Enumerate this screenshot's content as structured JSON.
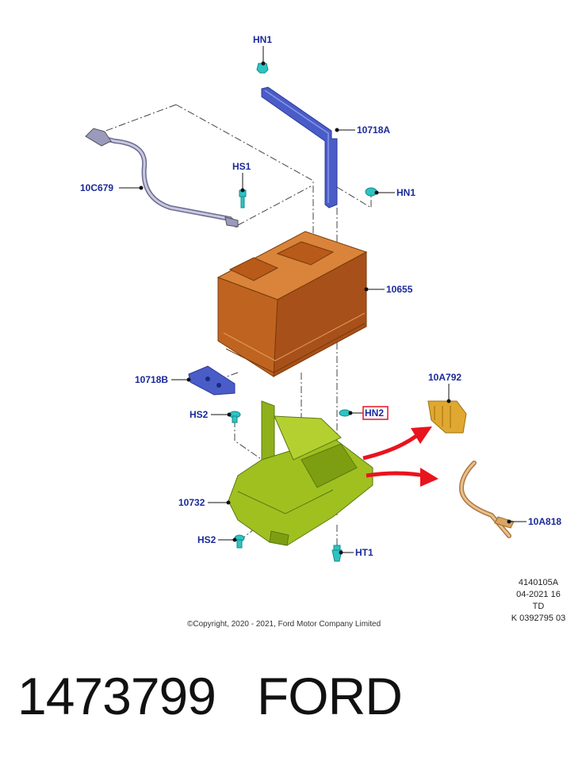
{
  "labels": {
    "hn1_top": "HN1",
    "bracket_10718a": "10718A",
    "hn1_right": "HN1",
    "hs1": "HS1",
    "cable_10c679": "10C679",
    "battery_10655": "10655",
    "clamp_10718b": "10718B",
    "fuse_10a792": "10A792",
    "hs2_upper": "HS2",
    "hn2": "HN2",
    "tray_10732": "10732",
    "cable_10a818": "10A818",
    "hs2_lower": "HS2",
    "ht1": "HT1"
  },
  "reference": {
    "line1": "4140105A",
    "line2": "04-2021 16",
    "line3": "TD",
    "line4": "K 0392795 03"
  },
  "copyright": "©Copyright, 2020 - 2021, Ford Motor Company Limited",
  "footer": {
    "part_number": "1473799",
    "brand": "FORD"
  },
  "colors": {
    "label": "#1a2a9a",
    "bracket": "#4a5cc8",
    "battery": "#b85a1a",
    "tray": "#8fb01a",
    "fastener": "#2ec4c4",
    "arrow": "#e8141e",
    "cable": "#8a8ab0",
    "fuse": "#e0a830",
    "harness": "#d9a36a"
  }
}
